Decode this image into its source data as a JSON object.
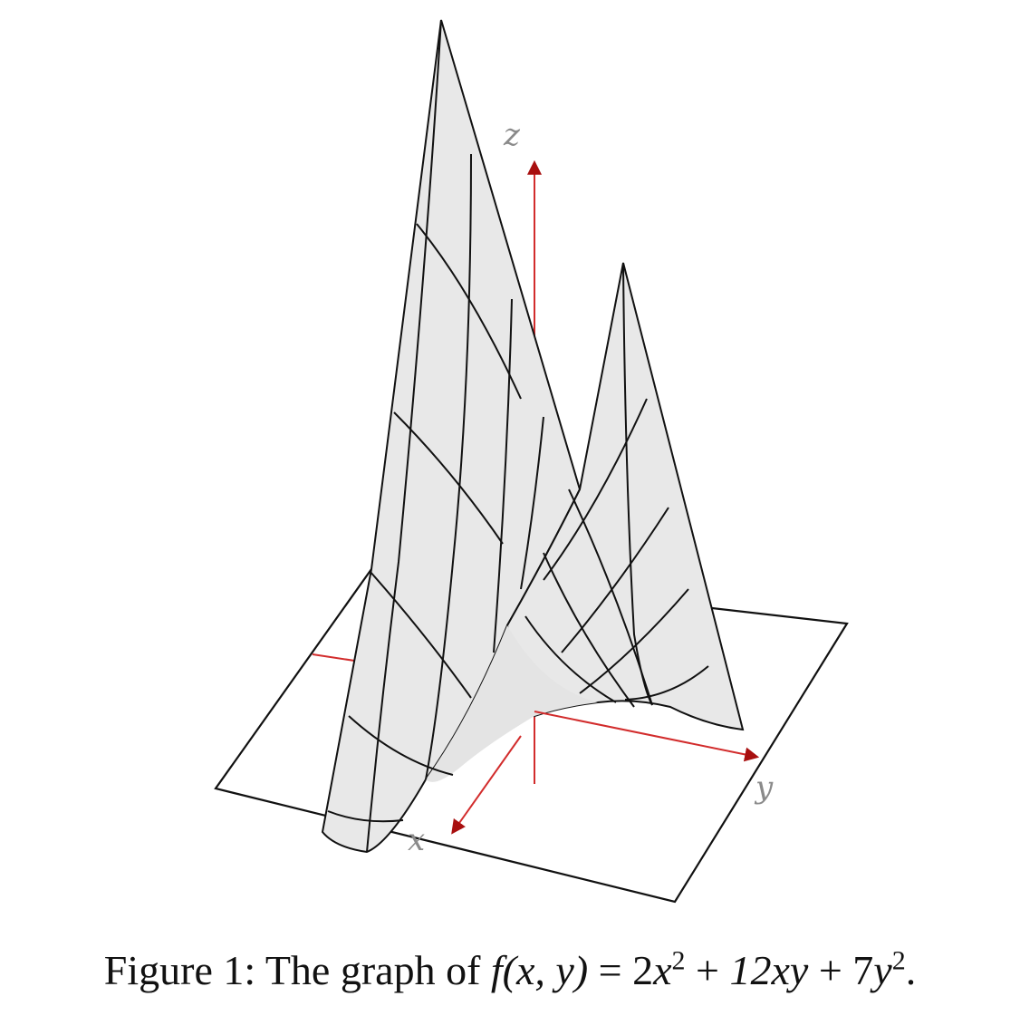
{
  "figure": {
    "axes": {
      "x_label": "x",
      "y_label": "y",
      "z_label": "z"
    },
    "colors": {
      "axis": "#d22c2c",
      "arrow_head": "#a80f0f",
      "surface_fill": "#e8e8e8",
      "mesh": "#111111",
      "axis_label": "#8a8a8a"
    },
    "caption": {
      "prefix": "Figure 1: The graph of ",
      "function_lhs": "f(x, y)",
      "equals": " = ",
      "term1_coef": "2",
      "term1_var": "x",
      "term1_exp": "2",
      "plus1": " + ",
      "term2": "12xy",
      "plus2": " + ",
      "term3_coef": "7",
      "term3_var": "y",
      "term3_exp": "2",
      "suffix": "."
    }
  }
}
